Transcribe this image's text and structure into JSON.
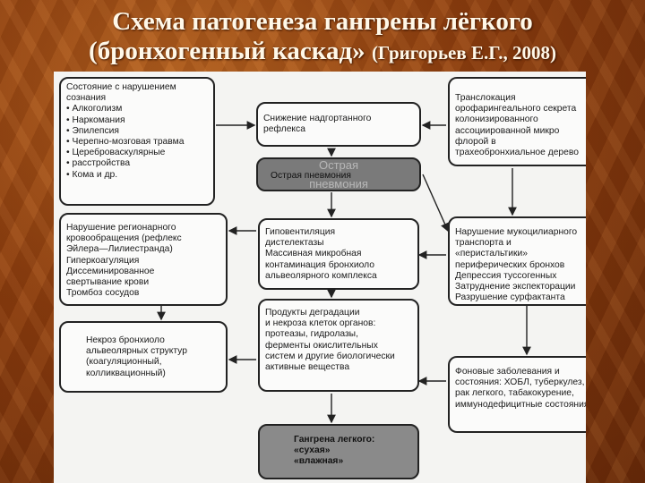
{
  "title": {
    "line1": "Схема патогенеза гангрены лёгкого",
    "line2": "(бронхогенный каскад»",
    "ref": "(Григорьев Е.Г., 2008)"
  },
  "boxes": {
    "consciousness": {
      "lines": [
        "Состояние с нарушением",
        "сознания"
      ],
      "items": [
        "Алкоголизм",
        "Наркомания",
        "Эпилепсия",
        "Черепно-мозговая травма",
        "Цереброваскулярные",
        "  расстройства",
        "Кома и др."
      ]
    },
    "epiglottis": {
      "lines": [
        "Снижение надгортанного",
        "рефлекса"
      ]
    },
    "pneumonia": {
      "ghost1": "Острая",
      "line": "Острая пневмония",
      "ghost2": "пневмония"
    },
    "translocation": {
      "lines": [
        "Транслокация",
        "орофарингеального секрета",
        "колонизированного",
        "ассоциированной микро",
        "флорой в",
        "трахеобронхиальное дерево"
      ]
    },
    "circulation": {
      "lines": [
        "Нарушение регионарного",
        "кровообращения (рефлекс",
        "Эйлера—Лилиестранда)",
        "Гиперкоагуляция",
        "Диссеминированное",
        "свертывание крови",
        "Тромбоз сосудов"
      ]
    },
    "hypoventilation": {
      "lines": [
        "Гиповентиляция",
        "дистелектазы",
        "Массивная микробная",
        "контаминация бронхиоло",
        "альвеолярного комплекса"
      ]
    },
    "mucociliary": {
      "lines": [
        "Нарушение мукоцилиарного",
        "транспорта и",
        "«перистальтики»",
        "периферических бронхов",
        "Депрессия туссогенных",
        "Затруднение экспекторации",
        "Разрушение сурфактанта"
      ]
    },
    "degradation": {
      "lines": [
        "Продукты деградации",
        "и некроза клеток органов:",
        "протеазы, гидролазы,",
        "ферменты окислительных",
        "систем и другие биологически",
        "активные вещества"
      ]
    },
    "necrosis": {
      "lines": [
        "Некроз бронхиоло",
        "альвеолярных структур",
        "(коагуляционный,",
        "колликвационный)"
      ]
    },
    "background": {
      "lines": [
        "Фоновые заболевания и",
        "состояния: ХОБЛ, туберкулез,",
        "рак легкого, табакокурение,",
        "иммунодефицитные состояния"
      ]
    },
    "gangrene": {
      "lines": [
        "Гангрена легкого:",
        "«сухая»",
        "«влажная»"
      ]
    }
  }
}
